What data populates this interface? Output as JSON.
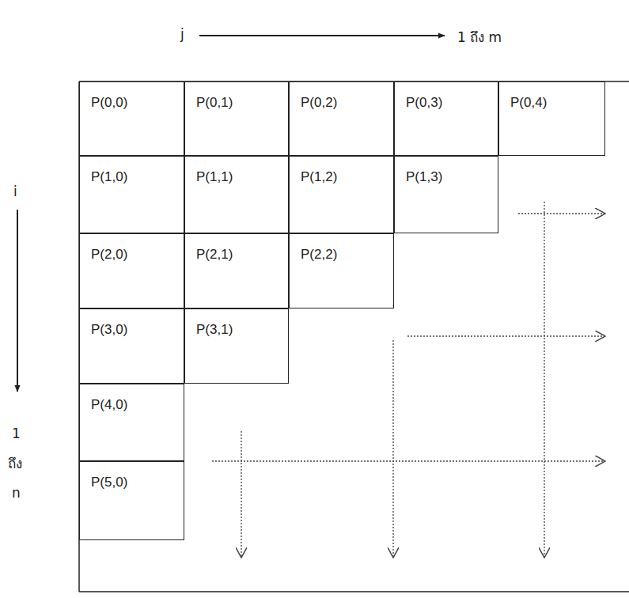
{
  "diagram": {
    "nodes": [
      {
        "text": [
          "P(0,0)"
        ]
      },
      {
        "text": [
          "P(0,1)"
        ]
      },
      {
        "text": [
          "P(0,2)"
        ]
      },
      {
        "text": [
          "P(0,3)"
        ]
      },
      {
        "text": [
          "P(0,4)"
        ]
      },
      {
        "text": [
          "P(1,0)"
        ]
      },
      {
        "text": [
          "P(1,1)"
        ]
      },
      {
        "text": [
          "P(1,2)"
        ]
      },
      {
        "text": [
          "P(1,3)"
        ]
      },
      {
        "text": [
          "P(2,0)"
        ]
      },
      {
        "text": [
          "P(2,1)"
        ]
      },
      {
        "text": [
          "P(2,2)"
        ]
      },
      {
        "text": [
          "P(3,0)"
        ]
      },
      {
        "text": [
          "P(3,1)"
        ]
      },
      {
        "text": [
          "P(4,0)"
        ]
      },
      {
        "text": [
          "P(5,0)"
        ]
      }
    ],
    "labels": [
      "j",
      "1 ถึง m",
      "i",
      "1",
      "ถึง",
      "n"
    ]
  }
}
